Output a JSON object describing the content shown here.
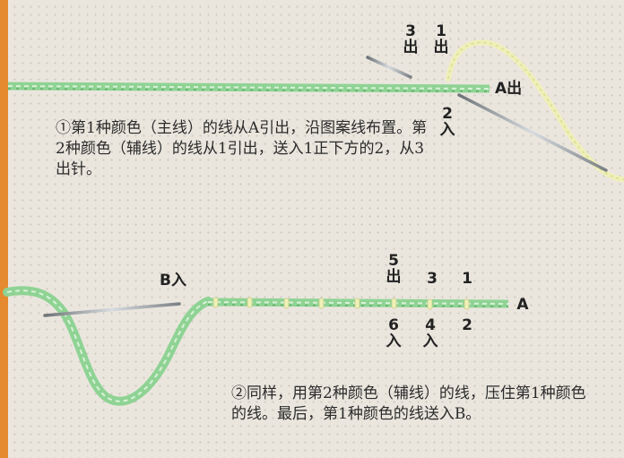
{
  "step1": {
    "text": "①第1种颜色（主线）的线从A引出，沿图案线布置。第2种颜色（辅线）的线从1引出，送入1正下方的2，从3出针。",
    "labels": {
      "n3": "3",
      "n3_action": "出",
      "n1": "1",
      "n1_action": "出",
      "a_out": "A出",
      "n2": "2",
      "n2_action": "入"
    }
  },
  "step2": {
    "text": "②同样，用第2种颜色（辅线）的线，压住第1种颜色的线。最后，第1种颜色的线送入B。",
    "labels": {
      "b_in": "B入",
      "top_nums": [
        "5",
        "3",
        "1"
      ],
      "top_actions": [
        "出",
        "",
        ""
      ],
      "bottom_nums": [
        "6",
        "4",
        "2"
      ],
      "bottom_actions": [
        "入",
        "入",
        ""
      ],
      "a": "A"
    }
  },
  "colors": {
    "main_thread": "#8fd394",
    "accent_stripe": "#e58a2e",
    "second_thread": "#eef0b8",
    "needle": "#9aa0a4"
  }
}
